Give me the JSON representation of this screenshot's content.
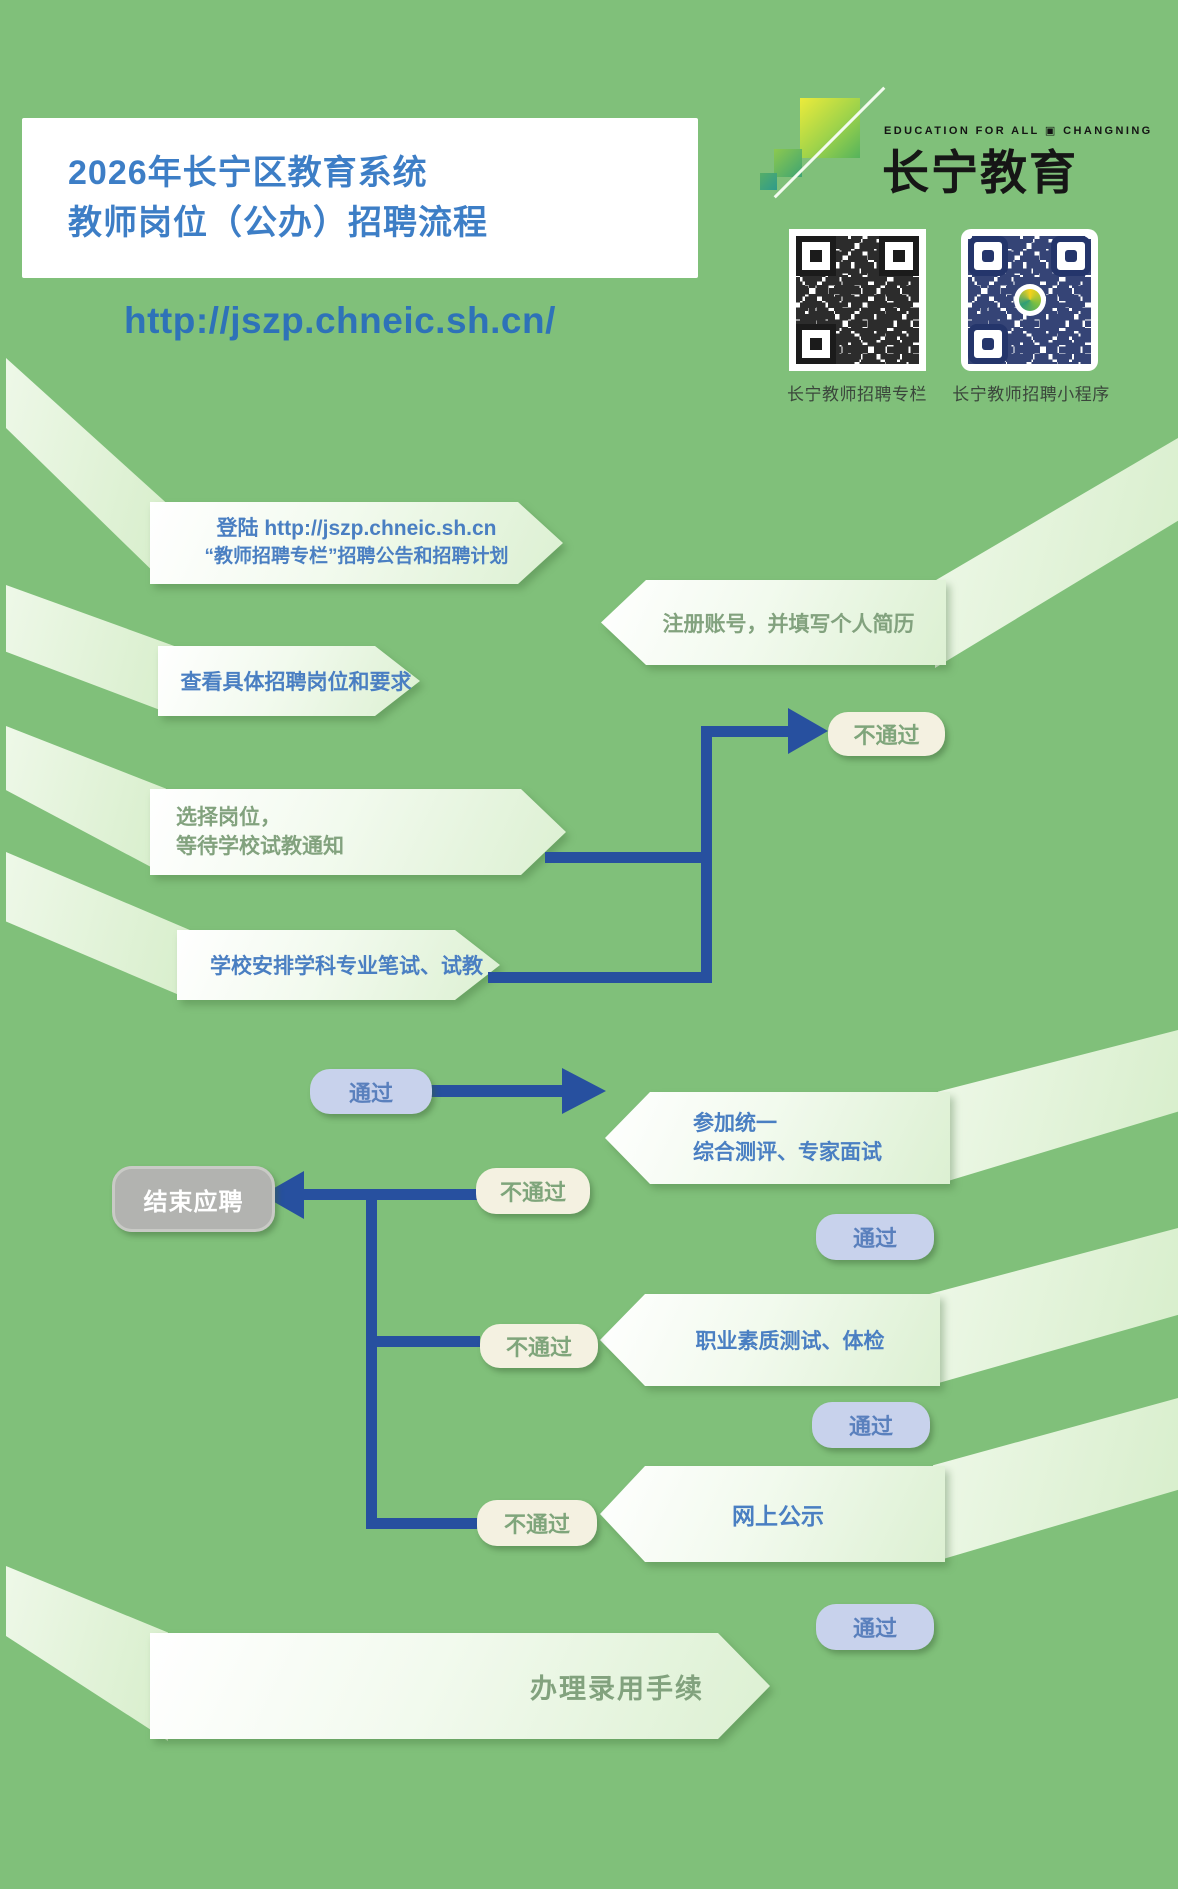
{
  "header": {
    "title_line1": "2026年长宁区教育系统",
    "title_line2": "教师岗位（公办）招聘流程",
    "url": "http://jszp.chneic.sh.cn/"
  },
  "logo": {
    "tagline": "EDUCATION FOR ALL ▣ CHANGNING",
    "name": "长宁教育"
  },
  "qr": {
    "left_label": "长宁教师招聘专栏",
    "right_label": "长宁教师招聘小程序"
  },
  "steps": {
    "login_line1": "登陆  http://jszp.chneic.sh.cn",
    "login_line2": "“教师招聘专栏”招聘公告和招聘计划",
    "register": "注册账号，并填写个人简历",
    "view_posts": "查看具体招聘岗位和要求",
    "choose_line1": "选择岗位，",
    "choose_line2": "等待学校试教通知",
    "school_test": "学校安排学科专业笔试、试教",
    "unified_line1": "参加统一",
    "unified_line2": "综合测评、专家面试",
    "quality_test": "职业素质测试、体检",
    "publicity": "网上公示",
    "hire": "办理录用手续"
  },
  "badges": {
    "pass": "通过",
    "fail": "不通过",
    "end": "结束应聘"
  },
  "colors": {
    "background": "#80c07a",
    "title_blue": "#3d7ec6",
    "connector_blue": "#27509f",
    "banner_text_blue": "#4a7fc2",
    "banner_text_green": "#82a27e",
    "badge_pass_bg": "#c8d2ec",
    "badge_fail_bg": "#f4f1e1",
    "badge_end_bg": "#b2b3b0"
  }
}
